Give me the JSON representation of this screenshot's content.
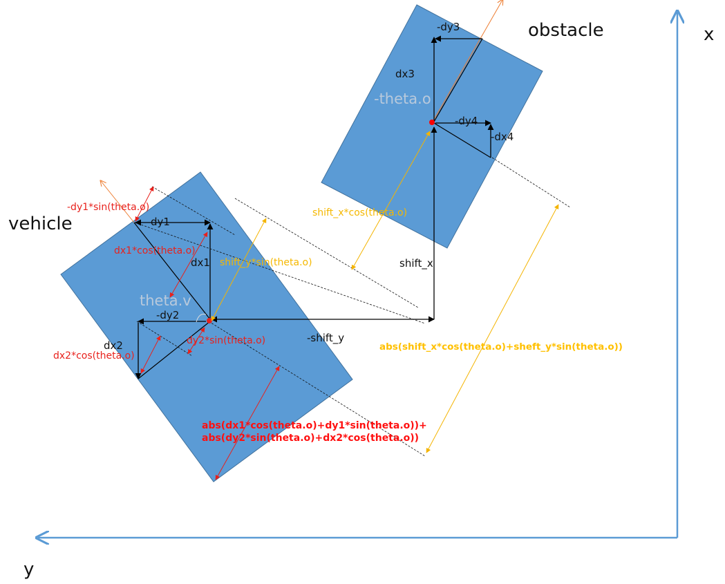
{
  "colors": {
    "rect_fill": "#5b9bd5",
    "rect_stroke": "#41719c",
    "axis": "#5b9bd5",
    "red": "#e8211c",
    "orange_line": "#f4b400",
    "accent_orange": "#ed7d31",
    "dot": "#ff0000"
  },
  "labels": {
    "obstacle": "obstacle",
    "vehicle": "vehicle",
    "x_axis": "x",
    "y_axis": "y",
    "theta_o": "-theta.o",
    "theta_v": "theta.v",
    "dy1": "dy1",
    "dx1": "dx1",
    "dy2": "-dy2",
    "dx2": "dx2",
    "dy3": "-dy3",
    "dx3": "dx3",
    "dy4": "-dy4",
    "dx4": "-dx4",
    "shift_x": "shift_x",
    "shift_y": "-shift_y",
    "dy1_sin": "-dy1*sin(theta.o)",
    "dx1_cos": "dx1*cos(theta.o)",
    "dy2_sin": "dy2*sin(theta.o)",
    "dx2_cos": "dx2*cos(theta.o)",
    "shift_y_sin": "shift_y*sin(theta.o)",
    "shift_x_cos": "shift_x*cos(theta.o)",
    "abs_shift": "abs(shift_x*cos(theta.o)+sheft_y*sin(theta.o))",
    "abs_vehicle_line1": "abs(dx1*cos(theta.o)+dy1*sin(theta.o))+",
    "abs_vehicle_line2": "abs(dy2*sin(theta.o)+dx2*cos(theta.o))"
  }
}
